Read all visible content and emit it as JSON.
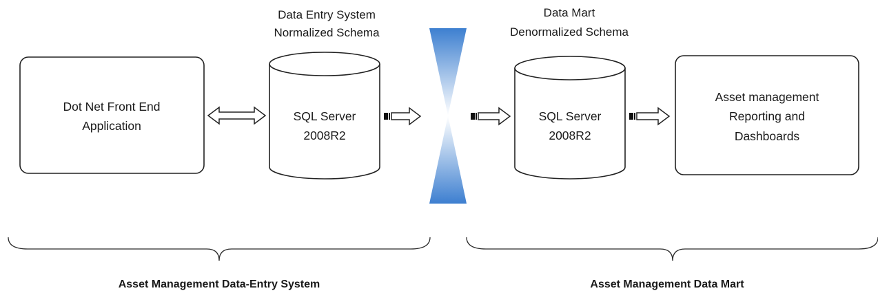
{
  "header": {
    "source_caption_line1": "Data Entry System",
    "source_caption_line2": "Normalized Schema",
    "mart_caption_line1": "Data Mart",
    "mart_caption_line2": "Denormalized Schema"
  },
  "nodes": {
    "front_end": {
      "line1": "Dot Net Front End",
      "line2": "Application"
    },
    "source_db": {
      "line1": "SQL Server",
      "line2": "2008R2"
    },
    "mart_db": {
      "line1": "SQL Server",
      "line2": "2008R2"
    },
    "reporting": {
      "line1": "Asset management",
      "line2": "Reporting and",
      "line3": "Dashboards"
    }
  },
  "sections": {
    "left_label": "Asset Management Data-Entry System",
    "right_label": "Asset Management Data Mart"
  },
  "colors": {
    "boundary_blue": "#3d7fd0",
    "stroke": "#222222",
    "text": "#1a1a1a"
  }
}
